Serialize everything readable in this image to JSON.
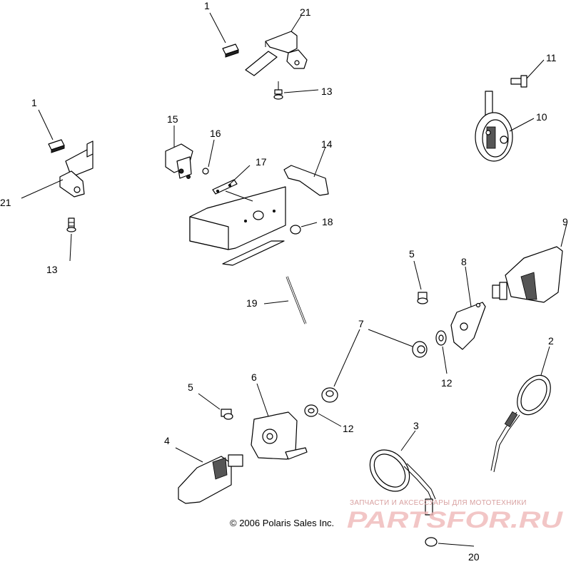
{
  "callouts": [
    {
      "id": "c1a",
      "text": "1"
    },
    {
      "id": "c21a",
      "text": "21"
    },
    {
      "id": "c13a",
      "text": "13"
    },
    {
      "id": "c11",
      "text": "11"
    },
    {
      "id": "c10",
      "text": "10"
    },
    {
      "id": "c1b",
      "text": "1"
    },
    {
      "id": "c21b",
      "text": "21"
    },
    {
      "id": "c13b",
      "text": "13"
    },
    {
      "id": "c15",
      "text": "15"
    },
    {
      "id": "c16",
      "text": "16"
    },
    {
      "id": "c17",
      "text": "17"
    },
    {
      "id": "c14",
      "text": "14"
    },
    {
      "id": "c18",
      "text": "18"
    },
    {
      "id": "c9",
      "text": "9"
    },
    {
      "id": "c5a",
      "text": "5"
    },
    {
      "id": "c8",
      "text": "8"
    },
    {
      "id": "c19",
      "text": "19"
    },
    {
      "id": "c7",
      "text": "7"
    },
    {
      "id": "c12a",
      "text": "12"
    },
    {
      "id": "c2",
      "text": "2"
    },
    {
      "id": "c5b",
      "text": "5"
    },
    {
      "id": "c6",
      "text": "6"
    },
    {
      "id": "c12b",
      "text": "12"
    },
    {
      "id": "c4",
      "text": "4"
    },
    {
      "id": "c3",
      "text": "3"
    },
    {
      "id": "c20",
      "text": "20"
    }
  ],
  "copyright": "© 2006 Polaris Sales Inc.",
  "watermark": {
    "tagline": "ЗАПЧАСТИ И АКСЕССУАРЫ ДЛЯ МОТОТЕХНИКИ",
    "brand": "PARTSFOR.RU"
  }
}
